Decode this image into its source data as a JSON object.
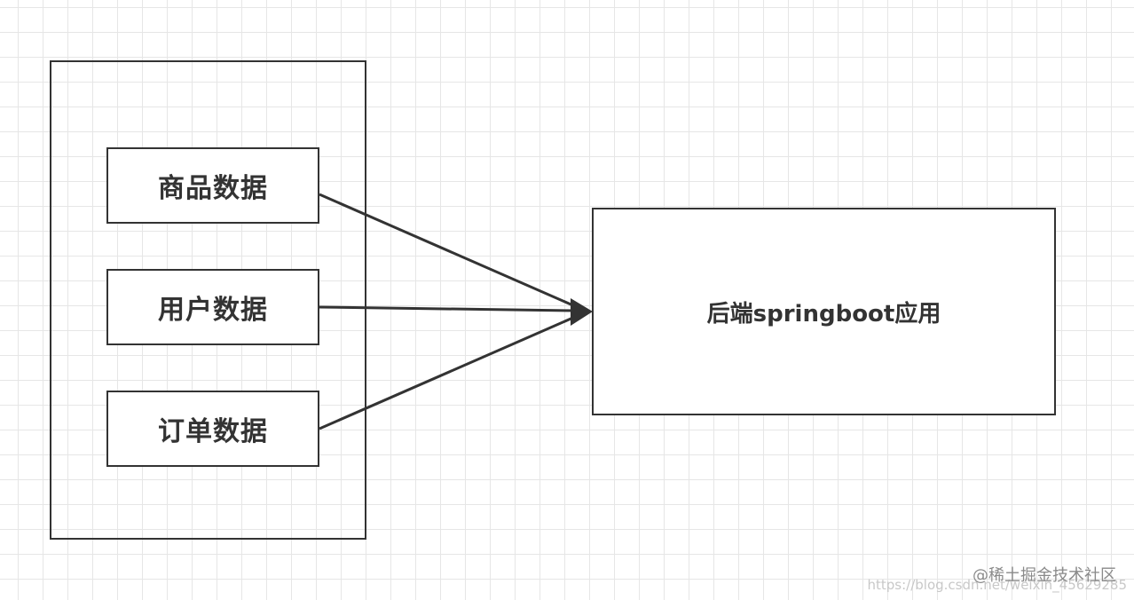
{
  "diagram": {
    "left_items": [
      {
        "label": "商品数据"
      },
      {
        "label": "用户数据"
      },
      {
        "label": "订单数据"
      }
    ],
    "target": {
      "label": "后端springboot应用"
    }
  },
  "watermark": {
    "site": "@稀土掘金技术社区",
    "url": "https://blog.csdn.net/weixin_45629285"
  },
  "colors": {
    "stroke": "#333333",
    "grid": "#e6e6e6",
    "background": "#ffffff"
  }
}
